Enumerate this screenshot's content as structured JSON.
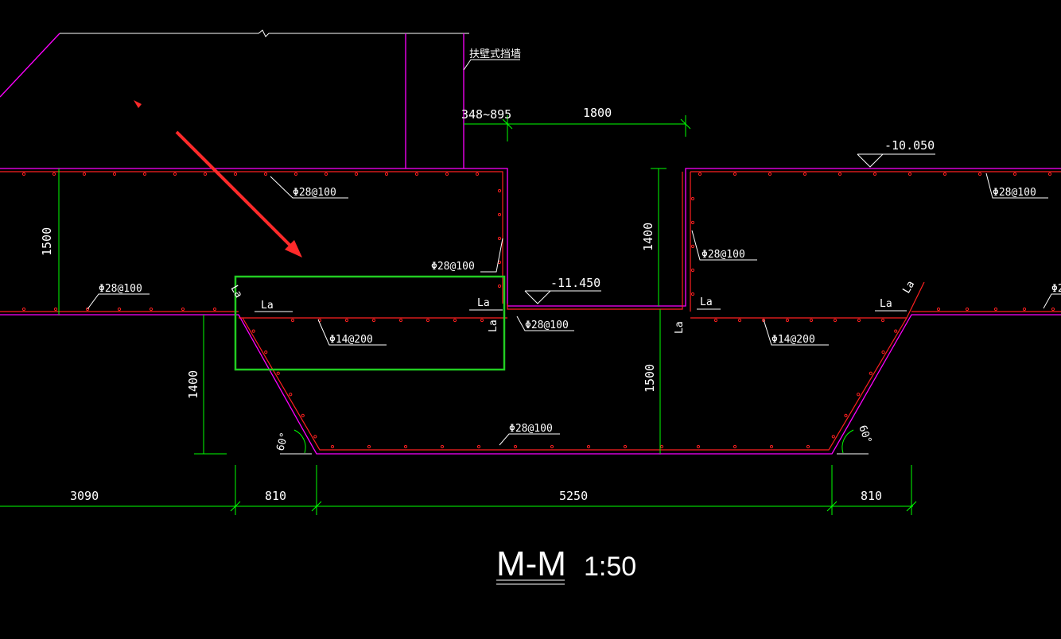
{
  "annotations": {
    "wall_note": "扶壁式挡墙",
    "dim_top_left": "348~895",
    "dim_top_gap": "1800",
    "elev_right": "-10.050",
    "elev_mid": "-11.450",
    "rebar_top_left": "Φ28@100",
    "rebar_top_right": "Φ28@100",
    "rebar_inner_left": "Φ28@100",
    "rebar_inner_right": "Φ28@100",
    "rebar_bottom_left": "Φ28@100",
    "rebar_mid": "Φ28@100",
    "rebar_edge_right": "Φ2",
    "rebar_trough_left": "Φ14@200",
    "rebar_trough_right": "Φ14@200",
    "rebar_trough_bottom": "Φ28@100",
    "la_1": "La",
    "la_2": "La",
    "la_3": "La",
    "la_4": "La",
    "la_5": "La",
    "la_6": "La",
    "la_7": "La",
    "la_8": "La",
    "dim_left_height": "1500",
    "dim_mid_height": "1400",
    "dim_trough_left_height": "1400",
    "dim_trough_right_height": "1500",
    "angle_left": "60°",
    "angle_right": "60°",
    "dim_b1": "3090",
    "dim_b2": "810",
    "dim_b3": "5250",
    "dim_b4": "810",
    "section_title": "M-M",
    "section_scale": "1:50"
  },
  "colors": {
    "background": "#000000",
    "outline": "#ff00ff",
    "rebar": "#ff2020",
    "dimension": "#00ff00",
    "highlight_box": "#22cc22",
    "arrow": "#ff2a2a",
    "text": "#ffffff"
  }
}
